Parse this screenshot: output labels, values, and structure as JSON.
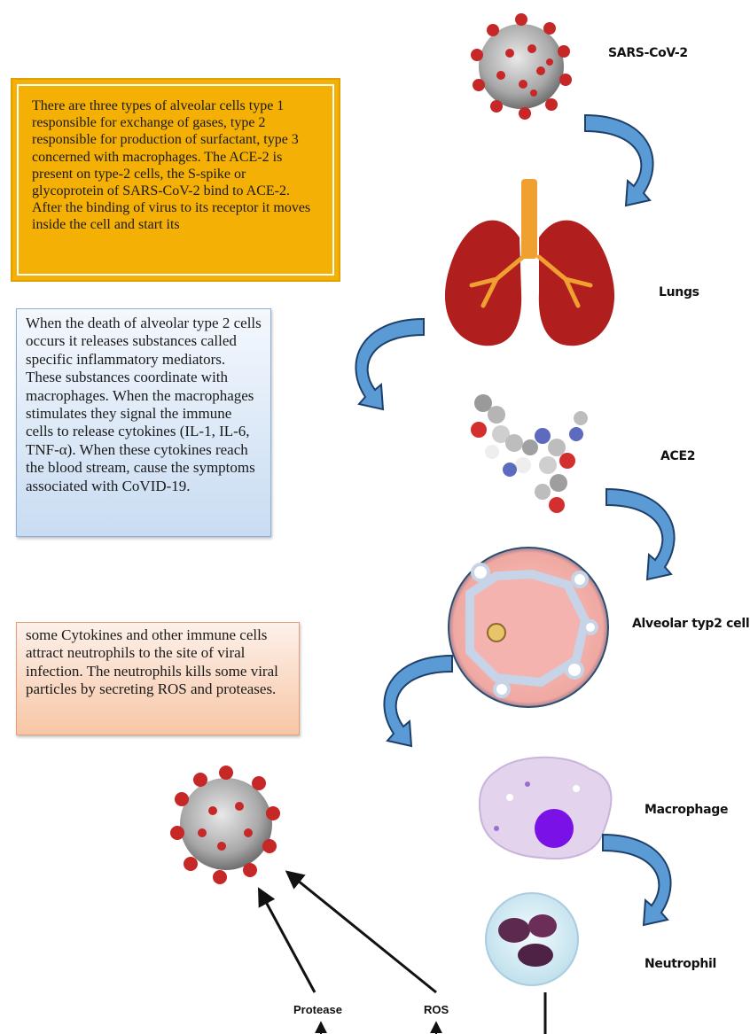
{
  "text_boxes": {
    "alveolar_types": "There are three types of alveolar cells type 1 responsible for exchange of gases, type 2 responsible for production of surfactant, type 3 concerned with macrophages. The ACE-2 is present on type-2 cells, the S-spike or glycoprotein of SARS-CoV-2 bind to ACE-2. After the binding of virus to its receptor it moves inside the cell and start its",
    "inflammation": "When the death of alveolar type 2 cells occurs it releases substances called specific inflammatory mediators. These substances coordinate with macrophages. When the macrophages stimulates they signal the immune cells to release cytokines (IL-1, IL-6, TNF-α). When these cytokines reach the blood stream, cause the symptoms associated with CoVID-19.",
    "neutrophils": "some Cytokines and other immune cells attract neutrophils to the site of viral infection. The neutrophils kills some viral particles by secreting ROS and proteases."
  },
  "pathway_labels": {
    "virus": "SARS-CoV-2",
    "lungs": "Lungs",
    "ace2": "ACE2",
    "alveolar_cell": "Alveolar typ2 cell",
    "macrophage": "Macrophage",
    "neutrophil": "Neutrophil"
  },
  "bottom_labels": {
    "protease": "Protease",
    "ros": "ROS"
  },
  "colors": {
    "curved_arrow": "#5b9bd5",
    "virus_spike": "#c62828",
    "lung": "#b01e1e",
    "trachea": "#f0a030",
    "macrophage": "#e3d3ec",
    "nucleus": "#7a12e8"
  }
}
